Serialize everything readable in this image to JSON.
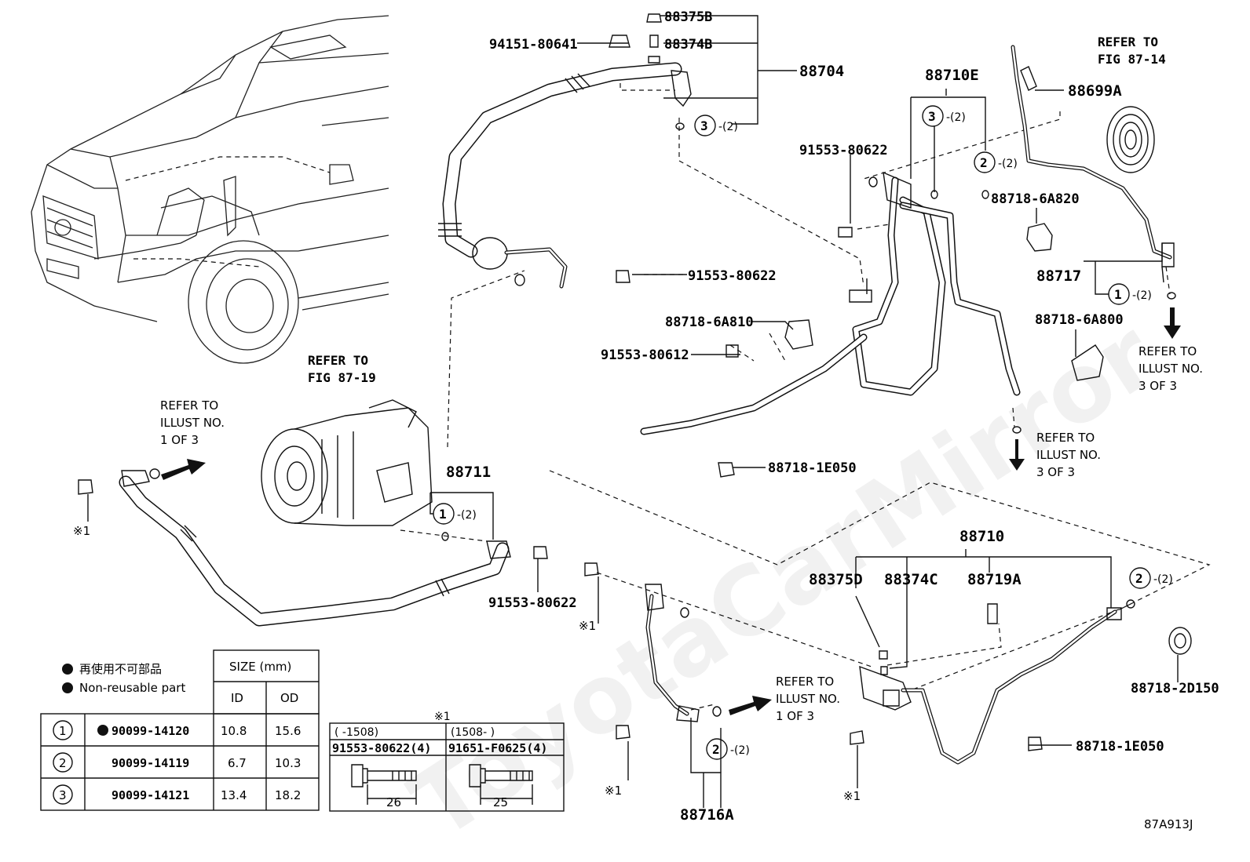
{
  "labels": {
    "p88375B": "88375B",
    "p88374B": "88374B",
    "p94151": "94151-80641",
    "p88704": "88704",
    "p88710E": "88710E",
    "p88699A": "88699A",
    "p91553_80622_a": "91553-80622",
    "p91553_80622_b": "91553-80622",
    "p91553_80622_c": "91553-80622",
    "p88718_6A820": "88718-6A820",
    "p88717": "88717",
    "p88718_6A810": "88718-6A810",
    "p91553_80612": "91553-80612",
    "p88718_6A800": "88718-6A800",
    "p88718_1E050_a": "88718-1E050",
    "p88718_1E050_b": "88718-1E050",
    "p88711": "88711",
    "p88710": "88710",
    "p88375D": "88375D",
    "p88374C": "88374C",
    "p88719A": "88719A",
    "p88718_2D150": "88718-2D150",
    "p88716A": "88716A",
    "diagram_code": "87A913J",
    "qty2": "-(2)",
    "mark1": "※1"
  },
  "refs": {
    "fig8714_l1": "REFER TO",
    "fig8714_l2": "FIG 87-14",
    "fig8719_l1": "REFER TO",
    "fig8719_l2": "FIG 87-19",
    "ill1_l1": "REFER TO",
    "ill1_l2": "ILLUST NO.",
    "ill1_l3": "1 OF 3",
    "ill3_l1": "REFER TO",
    "ill3_l2": "ILLUST NO.",
    "ill3_l3": "3 OF 3"
  },
  "legend": {
    "jp": "再使用不可部品",
    "en": "Non-reusable part"
  },
  "oring_table": {
    "size_header": "SIZE (mm)",
    "id_header": "ID",
    "od_header": "OD",
    "rows": [
      {
        "no": "1",
        "part": "90099-14120",
        "non_reusable": true,
        "id": "10.8",
        "od": "15.6"
      },
      {
        "no": "2",
        "part": "90099-14119",
        "non_reusable": false,
        "id": "6.7",
        "od": "10.3"
      },
      {
        "no": "3",
        "part": "90099-14121",
        "non_reusable": false,
        "id": "13.4",
        "od": "18.2"
      }
    ]
  },
  "bolt_table": {
    "mark": "※1",
    "col1_range": "(    -1508)",
    "col2_range": "(1508-     )",
    "col1_part": "91553-80622(4)",
    "col2_part": "91651-F0625(4)",
    "col1_len": "26",
    "col2_len": "25"
  },
  "watermark": "ToyotaCarMirror"
}
